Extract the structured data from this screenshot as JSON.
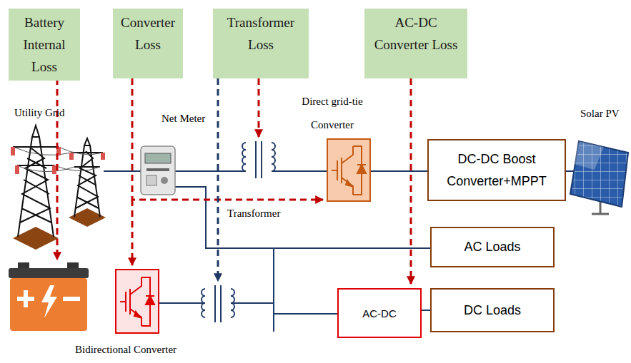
{
  "diagram": {
    "nodes": [
      {
        "text": [
          "Battery Internal Loss"
        ]
      },
      {
        "text": [
          "Converter Loss"
        ]
      },
      {
        "text": [
          "Transformer Loss"
        ]
      },
      {
        "text": [
          "AC-DC Converter Loss"
        ]
      },
      {
        "text": [
          "DC-DC Boost Converter+MPPT"
        ]
      },
      {
        "text": [
          "AC Loads"
        ]
      },
      {
        "text": [
          "AC-DC"
        ]
      },
      {
        "text": [
          "DC Loads"
        ]
      }
    ],
    "edges": [
      {
        "from": 6,
        "to": 7,
        "arrow": "none"
      }
    ],
    "labels": [
      "Utility Grid",
      "Net Meter",
      "Direct grid-tie Converter",
      "Solar PV",
      "Transformer",
      "Bidirectional Converter"
    ]
  }
}
